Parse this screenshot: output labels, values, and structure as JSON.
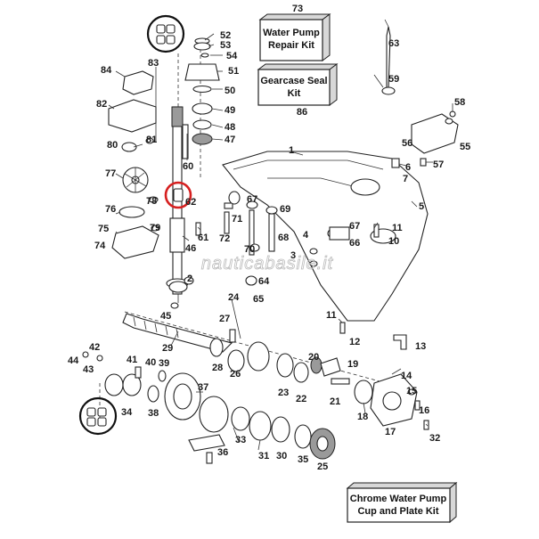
{
  "watermark": "nauticabasile.it",
  "kits": {
    "water_pump": {
      "number": "73",
      "line1": "Water Pump",
      "line2": "Repair Kit"
    },
    "gearcase_seal": {
      "number": "86",
      "line1": "Gearcase Seal",
      "line2": "Kit"
    },
    "chrome_pump": {
      "line1": "Chrome Water Pump",
      "line2": "Cup and Plate Kit"
    }
  },
  "callouts": [
    "52",
    "53",
    "54",
    "51",
    "50",
    "49",
    "48",
    "47",
    "83",
    "84",
    "82",
    "81",
    "80",
    "77",
    "78",
    "62",
    "76",
    "75",
    "74",
    "79",
    "46",
    "60",
    "61",
    "72",
    "71",
    "70",
    "67",
    "69",
    "68",
    "4",
    "3",
    "66",
    "67b",
    "11",
    "10",
    "5",
    "6",
    "7",
    "57",
    "56",
    "55",
    "58",
    "59",
    "63",
    "1",
    "2",
    "64",
    "65",
    "45",
    "24",
    "27",
    "29",
    "42",
    "44",
    "43",
    "41",
    "40",
    "39",
    "28",
    "26",
    "25",
    "23",
    "22",
    "20",
    "19",
    "21",
    "11b",
    "12",
    "13",
    "14",
    "15",
    "16",
    "17",
    "18",
    "32",
    "37",
    "38",
    "34",
    "33",
    "31",
    "30",
    "35",
    "36"
  ],
  "colors": {
    "highlight": "#d62020",
    "line": "#222222"
  }
}
